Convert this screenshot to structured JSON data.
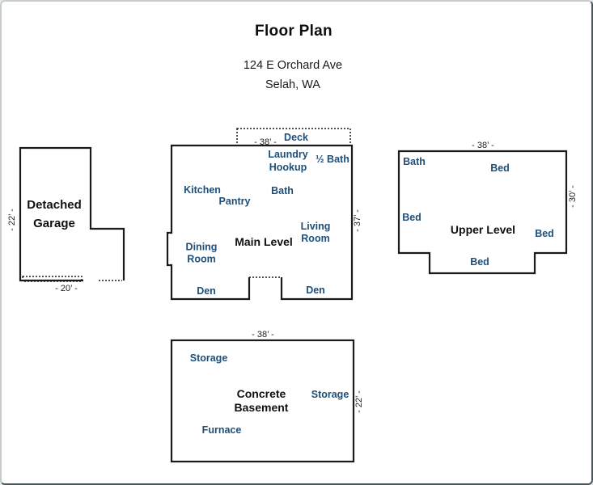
{
  "header": {
    "title": "Floor Plan",
    "address1": "124 E Orchard Ave",
    "address2": "Selah, WA"
  },
  "colors": {
    "outline": "#1a1a1a",
    "room_label": "#1F4E79",
    "level_label": "#101010"
  },
  "garage": {
    "name1": "Detached",
    "name2": "Garage",
    "dim_height": "- 22’ -",
    "dim_width": "- 20’ -"
  },
  "main": {
    "deck": "Deck",
    "dim_width": "- 38’ -",
    "dim_height": "- 37’ -",
    "laundry1": "Laundry",
    "laundry2": "Hookup",
    "half_bath": "½ Bath",
    "kitchen": "Kitchen",
    "pantry": "Pantry",
    "bath": "Bath",
    "living1": "Living",
    "living2": "Room",
    "level": "Main Level",
    "dining1": "Dining",
    "dining2": "Room",
    "den_left": "Den",
    "den_right": "Den"
  },
  "upper": {
    "dim_width": "- 38’ -",
    "dim_height": "- 30’ -",
    "bath": "Bath",
    "bed_top": "Bed",
    "bed_left": "Bed",
    "level": "Upper Level",
    "bed_right": "Bed",
    "bed_bottom": "Bed"
  },
  "basement": {
    "dim_width": "- 38’ -",
    "dim_height": "- 22’ -",
    "storage_top": "Storage",
    "level1": "Concrete",
    "level2": "Basement",
    "storage_right": "Storage",
    "furnace": "Furnace"
  }
}
